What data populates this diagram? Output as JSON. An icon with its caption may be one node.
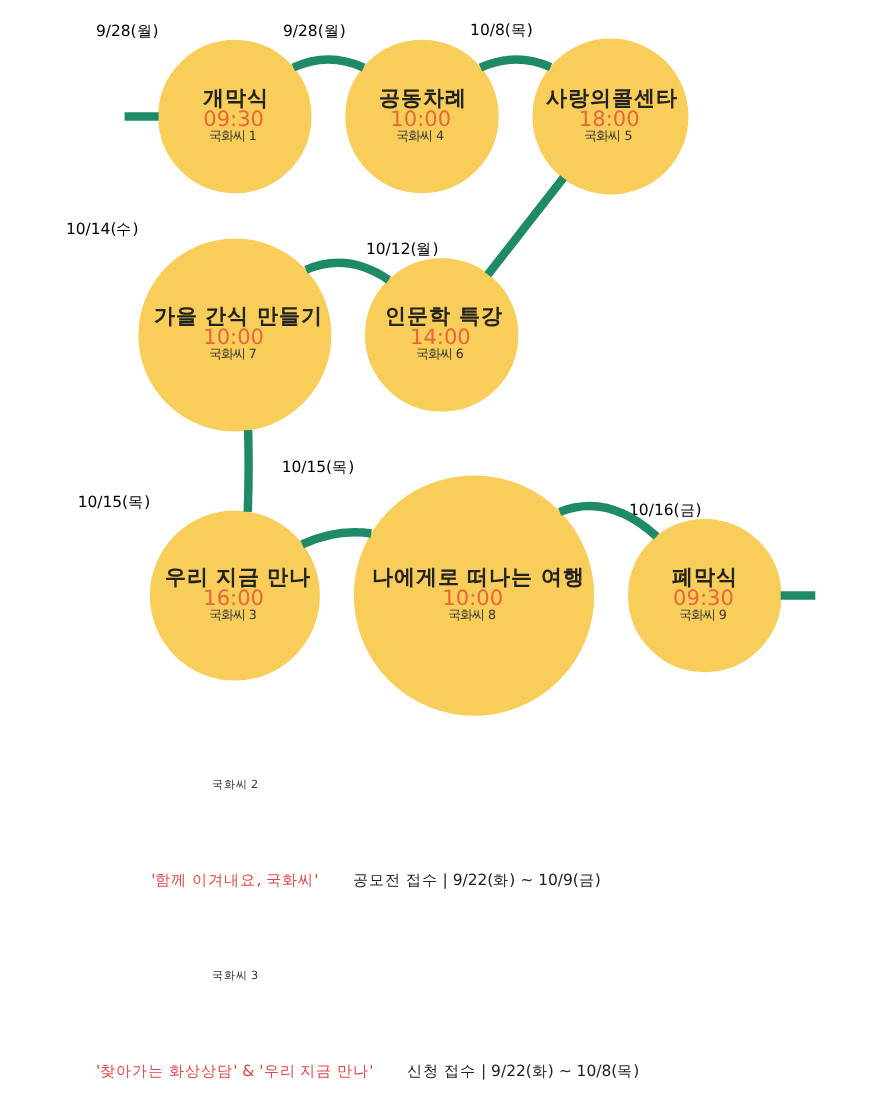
{
  "diagram": {
    "nodes": [
      {
        "text": [
          "개막식",
          "09:30",
          "국화씨 1"
        ],
        "beside": [
          "9/28(월)"
        ]
      },
      {
        "text": [
          "공동차례",
          "10:00",
          "국화씨 4"
        ],
        "beside": [
          "9/28(월)"
        ]
      },
      {
        "text": [
          "사랑의콜센타",
          "18:00",
          "국화씨 5"
        ],
        "beside": [
          "10/8(목)"
        ]
      },
      {
        "text": [
          "가을 간식 만들기",
          "10:00",
          "국화씨 7"
        ],
        "beside": [
          "10/14(수)"
        ]
      },
      {
        "text": [
          "인문학 특강",
          "14:00",
          "국화씨 6"
        ],
        "beside": [
          "10/12(월)"
        ]
      },
      {
        "text": [
          "우리 지금 만나",
          "16:00",
          "국화씨 3"
        ],
        "beside": [
          "10/15(목)"
        ]
      },
      {
        "text": [
          "나에게로 떠나는 여행",
          "10:00",
          "국화씨 8"
        ],
        "beside": [
          "10/15(목)"
        ]
      },
      {
        "text": [
          "폐막식",
          "09:30",
          "국화씨 9"
        ],
        "beside": [
          "10/16(금)"
        ]
      }
    ],
    "edges": [
      {
        "from": null,
        "to": 0,
        "arrow": "none"
      },
      {
        "from": 0,
        "to": 1,
        "arrow": "none"
      },
      {
        "from": 1,
        "to": 2,
        "arrow": "none"
      },
      {
        "from": 2,
        "to": 4,
        "arrow": "none"
      },
      {
        "from": 4,
        "to": 3,
        "arrow": "none"
      },
      {
        "from": 3,
        "to": 5,
        "arrow": "none"
      },
      {
        "from": 5,
        "to": 6,
        "arrow": "none"
      },
      {
        "from": 6,
        "to": 7,
        "arrow": "none"
      },
      {
        "from": 7,
        "to": null,
        "arrow": "none"
      }
    ],
    "labels": [
      "국화씨 2",
      "'함께 이겨내요, 국화씨'",
      "공모전 접수 | 9/22(화) ~ 10/9(금)",
      "국화씨 3",
      "'찾아가는 화상상담' & '우리 지금 만나'",
      "신청 접수 | 9/22(화) ~ 10/8(목)"
    ]
  }
}
